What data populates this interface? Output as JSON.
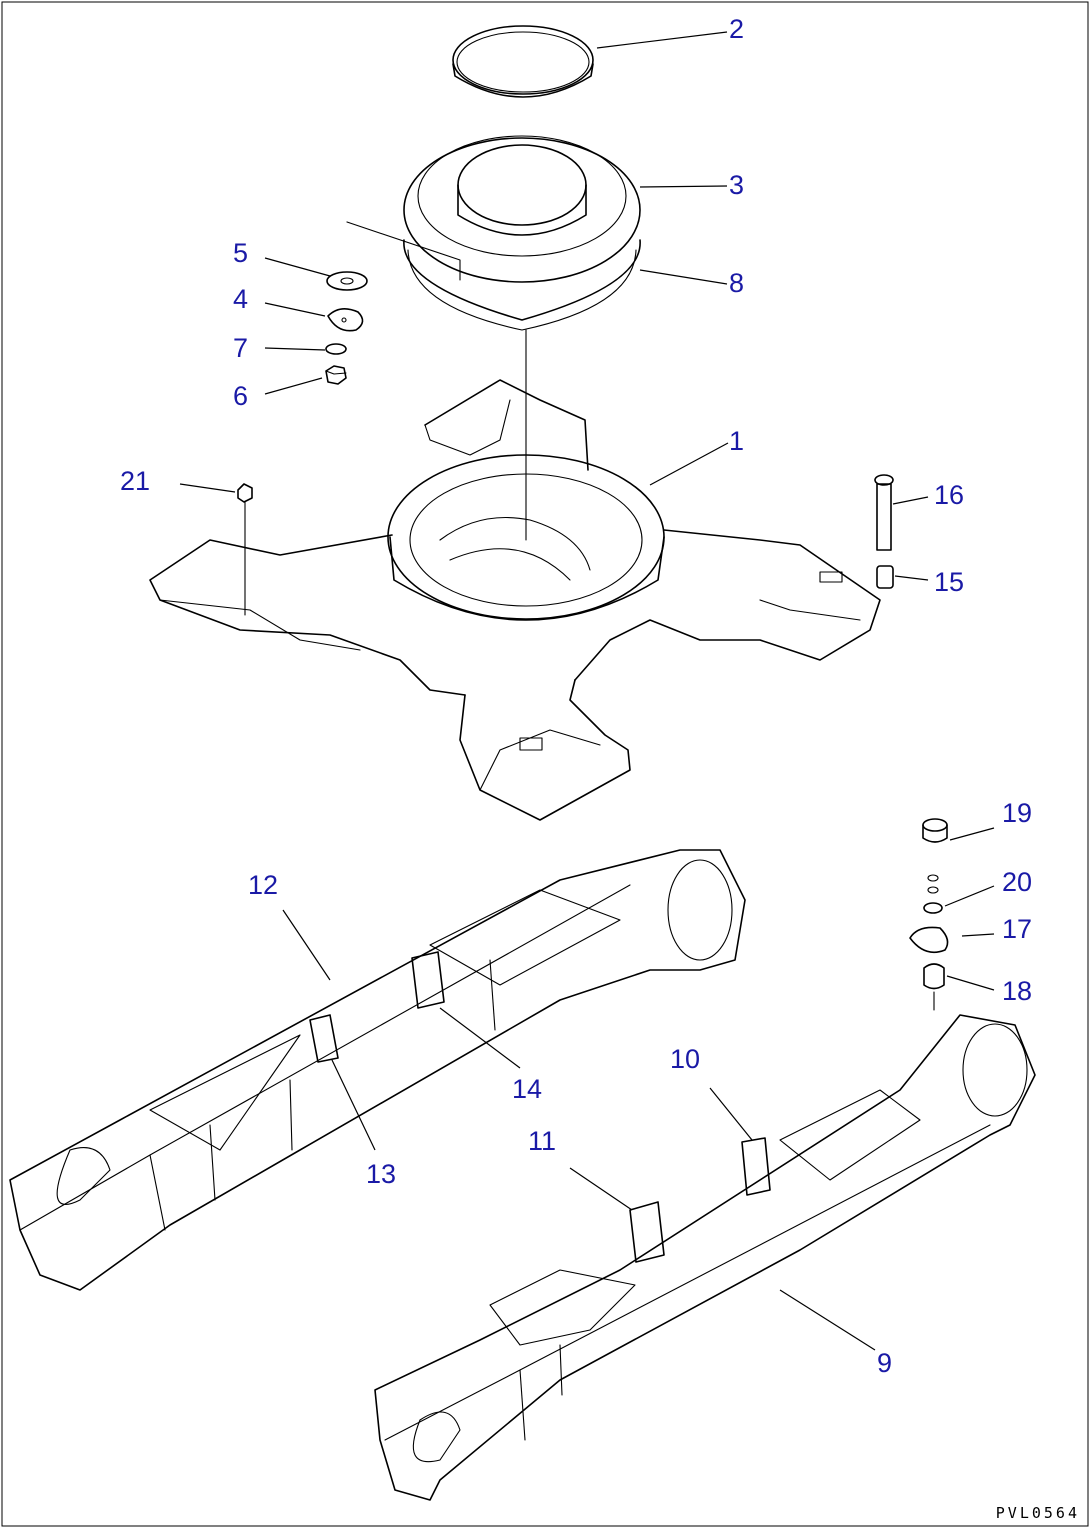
{
  "diagram": {
    "drawing_code": "PVL0564",
    "callouts": {
      "c1": "1",
      "c2": "2",
      "c3": "3",
      "c4": "4",
      "c5": "5",
      "c6": "6",
      "c7": "7",
      "c8": "8",
      "c9": "9",
      "c10": "10",
      "c11": "11",
      "c12": "12",
      "c13": "13",
      "c14": "14",
      "c15": "15",
      "c16": "16",
      "c17": "17",
      "c18": "18",
      "c19": "19",
      "c20": "20",
      "c21": "21"
    },
    "colors": {
      "callout_text": "#1a1aa6",
      "line_art": "#000000",
      "background": "#ffffff"
    }
  }
}
